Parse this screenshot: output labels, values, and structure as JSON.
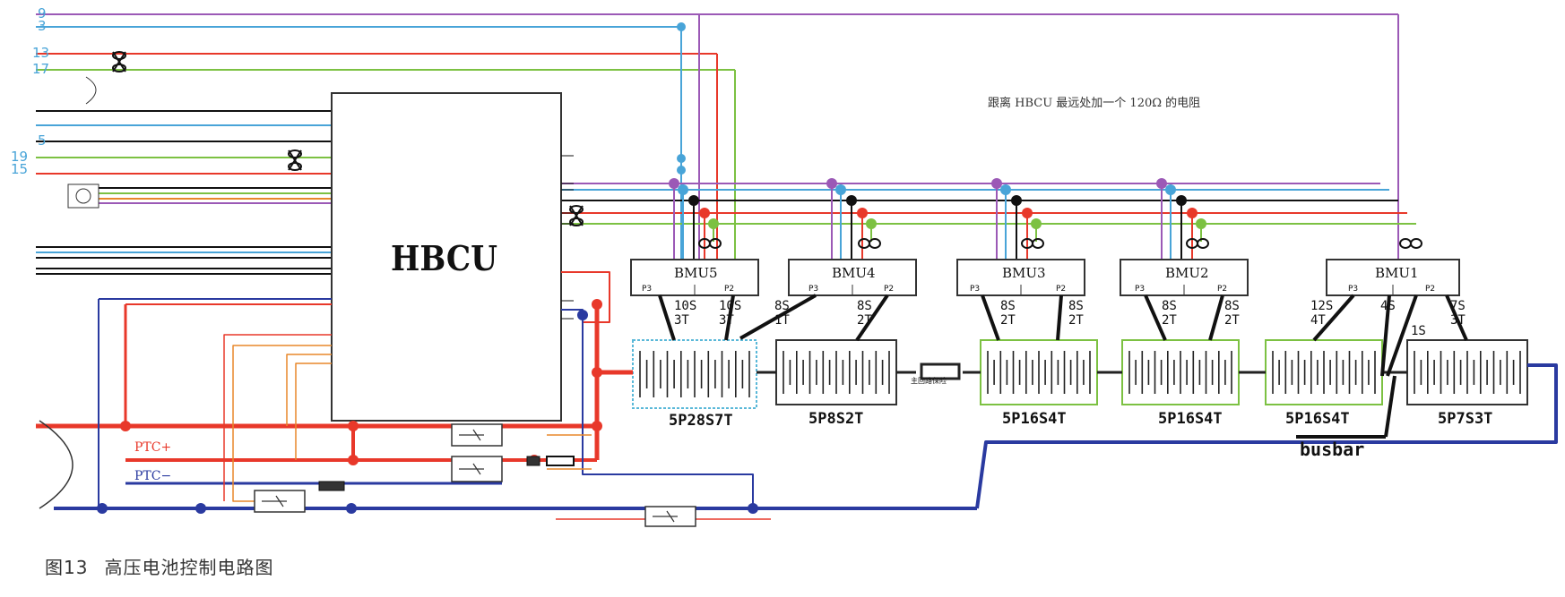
{
  "controller": {
    "label": "HBCU"
  },
  "note": "跟离 HBCU 最远处加一个 120Ω 的电阻",
  "bmus": [
    {
      "label": "BMU5",
      "p_left": "P3",
      "p_right": "P2"
    },
    {
      "label": "BMU4",
      "p_left": "P3",
      "p_right": "P2"
    },
    {
      "label": "BMU3",
      "p_left": "P3",
      "p_right": "P2"
    },
    {
      "label": "BMU2",
      "p_left": "P3",
      "p_right": "P2"
    },
    {
      "label": "BMU1",
      "p_left": "P3",
      "p_right": "P2"
    }
  ],
  "packs": [
    "5P28S7T",
    "5P8S2T",
    "5P16S4T",
    "5P16S4T",
    "5P16S4T",
    "5P7S3T"
  ],
  "connections": {
    "bmu5_left": "10S\n3T",
    "bmu5_right": "10S\n3T",
    "bmu4_a": "8S\n1T",
    "bmu4_b": "8S\n2T",
    "bmu3_left": "8S\n2T",
    "bmu3_right": "8S\n2T",
    "bmu2_left": "8S\n2T",
    "bmu2_right": "8S\n2T",
    "bmu1_a": "12S\n4T",
    "bmu1_b": "4S",
    "bmu1_c": "1S",
    "bmu1_d": "7S\n3T"
  },
  "busbar": "busbar",
  "ptc_plus": "PTC+",
  "ptc_minus": "PTC−",
  "fuse_label": "主回路保险",
  "wire_numbers": {
    "n1": "9",
    "n2": "3",
    "n3": "13",
    "n4": "17",
    "n5": "5",
    "n6": "19",
    "n7": "15"
  },
  "colors": {
    "red": "#e8382a",
    "blue": "#2a3aa0",
    "purple": "#9b59b6",
    "green": "#7cc142",
    "cyan": "#48a4d8",
    "orange": "#e8872a",
    "frame_cyan": "#5ab8d8",
    "frame_green": "#7cc142"
  },
  "caption": {
    "number": "图13",
    "title": "高压电池控制电路图"
  }
}
